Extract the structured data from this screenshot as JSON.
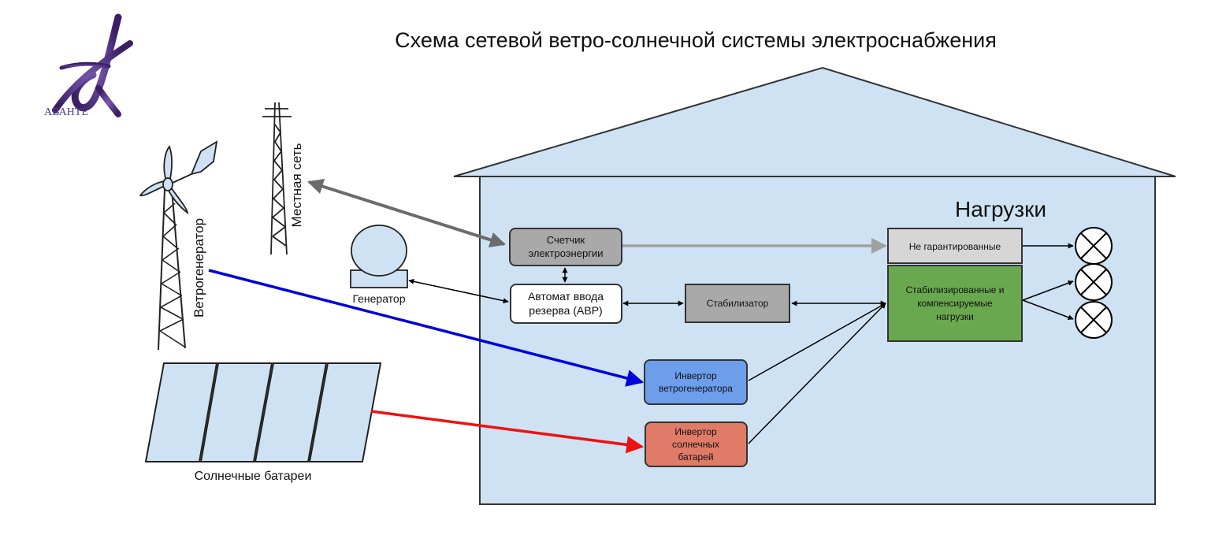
{
  "title": "Схема сетевой ветро-солнечной системы электроснабжения",
  "logo": {
    "text": "АВАНТЕ",
    "color": "#4b2c7a"
  },
  "section_label": "Нагрузки",
  "labels": {
    "local_grid": "Местная сеть",
    "wind_generator": "Ветрогенератор",
    "generator": "Генератор",
    "solar_panels": "Солнечные батареи"
  },
  "blocks": {
    "meter": [
      "Счетчик",
      "электроэнергии"
    ],
    "ats": [
      "Автомат ввода",
      "резерва (АВР)"
    ],
    "stabilizer": [
      "Стабилизатор"
    ],
    "wind_inverter": [
      "Инвертор",
      "ветрогенератора"
    ],
    "solar_inverter": [
      "Инвертор",
      "солнечных",
      "батарей"
    ],
    "non_guaranteed": [
      "Не гарантированные"
    ],
    "stabilized": [
      "Стабилизированные и",
      "компенсируемые",
      "нагрузки"
    ]
  },
  "colors": {
    "house_fill": "#cfe2f3",
    "meter_fill": "#a9a9a9",
    "stabilizer_fill": "#a9a9a9",
    "non_guaranteed_fill": "#d6d6d6",
    "stabilized_fill": "#6aa84f",
    "wind_inverter_fill": "#6d9eeb",
    "solar_inverter_fill": "#e07b67",
    "wind_line": "#0000dd",
    "solar_line": "#ee1111",
    "grid_line": "#6b6b6b",
    "meter_to_load_line": "#a0a0a0"
  }
}
